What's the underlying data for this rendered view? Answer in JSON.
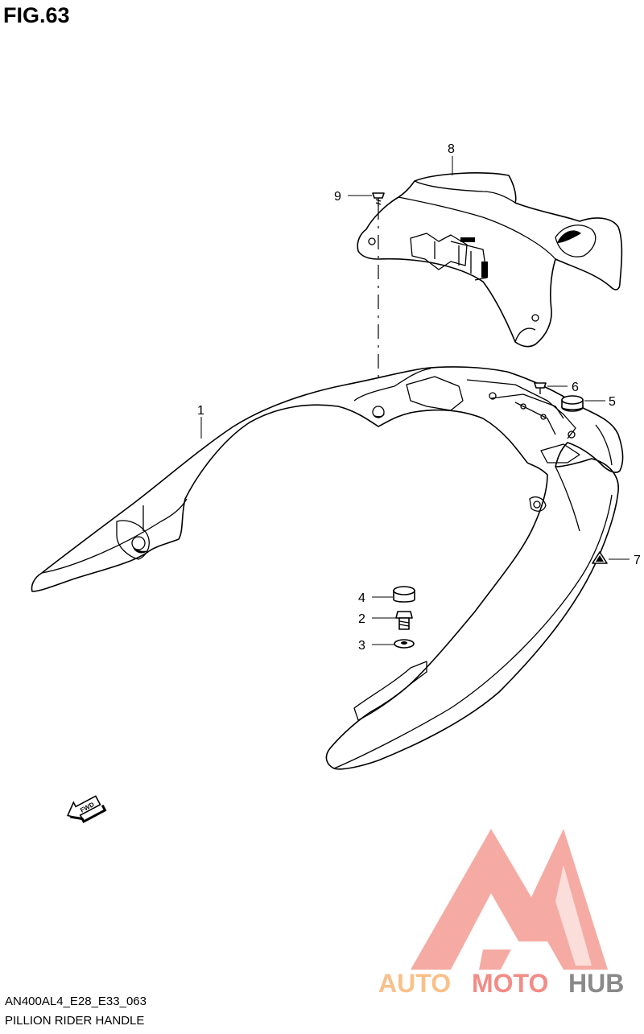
{
  "figure": {
    "title": "FIG.63",
    "code": "AN400AL4_E28_E33_063",
    "name": "PILLION RIDER HANDLE"
  },
  "callouts": [
    {
      "id": "1",
      "label": "1"
    },
    {
      "id": "2",
      "label": "2"
    },
    {
      "id": "3",
      "label": "3"
    },
    {
      "id": "4",
      "label": "4"
    },
    {
      "id": "5",
      "label": "5"
    },
    {
      "id": "6",
      "label": "6"
    },
    {
      "id": "7",
      "label": "7"
    },
    {
      "id": "8",
      "label": "8"
    },
    {
      "id": "9",
      "label": "9"
    }
  ],
  "fwd_arrow": {
    "label": "FWD",
    "icon": "fwd-arrow-icon"
  },
  "watermark": {
    "text_part1": "AUTO",
    "text_part2": "MOTO",
    "text_part3": "HUB",
    "color_auto": "#f9c08a",
    "color_moto": "#f28c86",
    "color_hub": "#8a8a8a",
    "logo_color": "#f4a29a"
  }
}
